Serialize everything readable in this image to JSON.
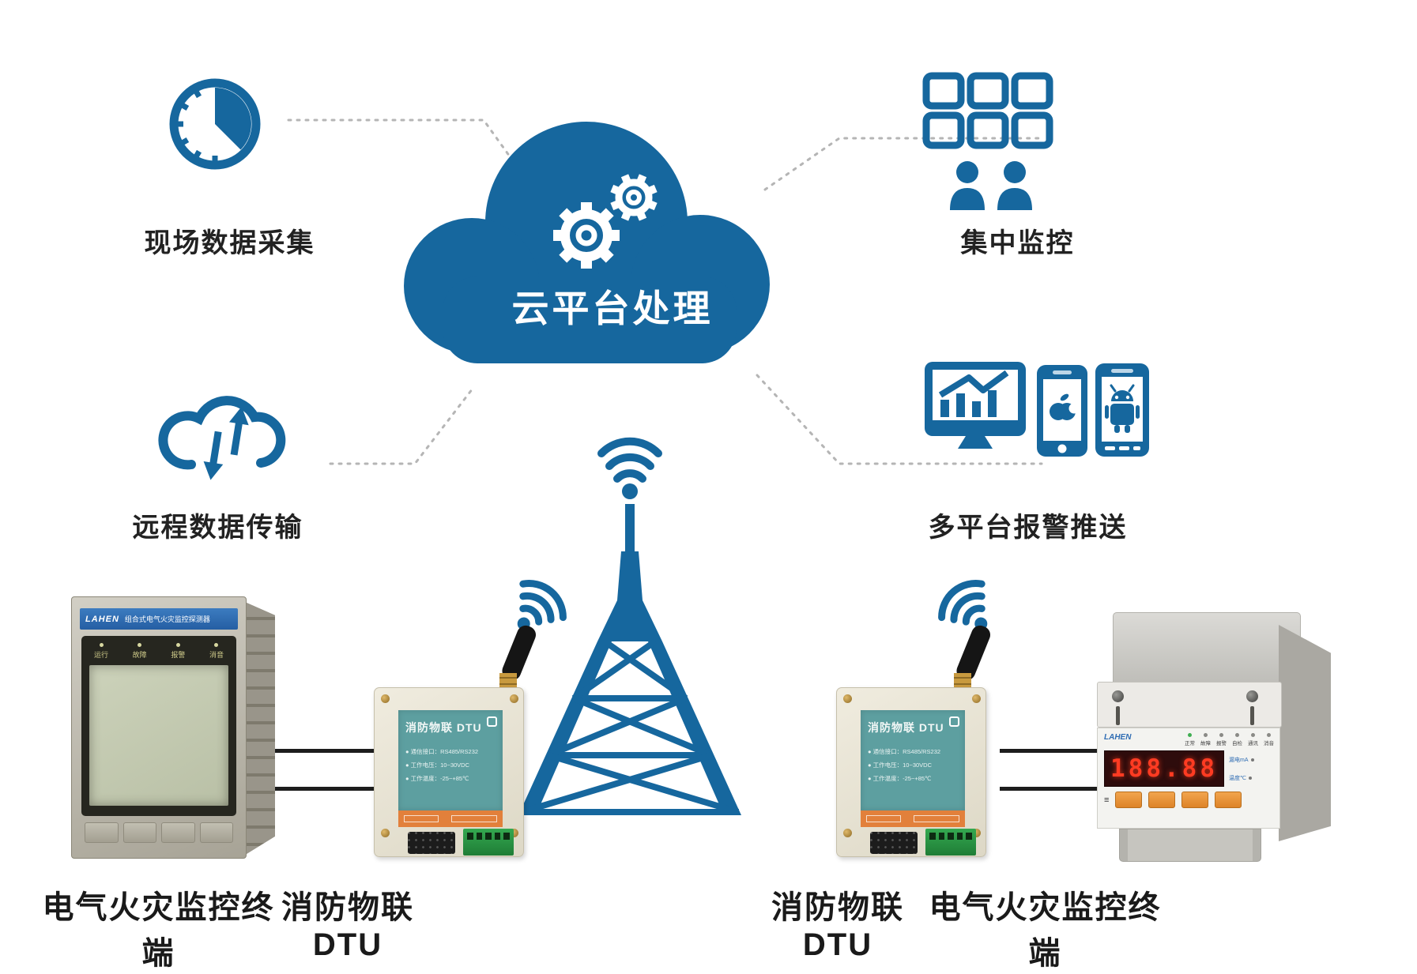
{
  "colors": {
    "primary_blue": "#16679E",
    "label_teal": "#5D9FA0",
    "strip_orange": "#E2803B",
    "antenna_gold": "#C89A3F",
    "wire_black": "#1D1D1D",
    "dash_gray": "#B5B5B5",
    "led_red": "#FF3B22"
  },
  "cloud": {
    "label": "云平台处理"
  },
  "features": {
    "site_collection": {
      "label": "现场数据采集"
    },
    "central_monitoring": {
      "label": "集中监控"
    },
    "remote_transmission": {
      "label": "远程数据传输"
    },
    "multi_platform_push": {
      "label": "多平台报警推送"
    }
  },
  "devices": {
    "terminal_left": {
      "caption": "电气火灾监控终端",
      "brand": "LAHEN",
      "panel_title": "组合式电气火灾监控探测器",
      "indicators": [
        "运行",
        "故障",
        "报警",
        "消音"
      ]
    },
    "dtu_left": {
      "caption": "消防物联DTU",
      "label_title": "消防物联 DTU",
      "specs": [
        "● 通信接口：RS485/RS232",
        "● 工作电压：10~30VDC",
        "● 工作温度：-25~+85℃"
      ]
    },
    "dtu_right": {
      "caption": "消防物联DTU",
      "label_title": "消防物联 DTU",
      "specs": [
        "● 通信接口：RS485/RS232",
        "● 工作电压：10~30VDC",
        "● 工作温度：-25~+85℃"
      ]
    },
    "terminal_right": {
      "caption": "电气火灾监控终端",
      "brand": "LAHEN",
      "indicators": [
        "正常",
        "故障",
        "报警",
        "自检",
        "通讯",
        "消音"
      ],
      "display": "188.88",
      "aux_labels": [
        "漏电mA",
        "温度℃"
      ]
    }
  }
}
